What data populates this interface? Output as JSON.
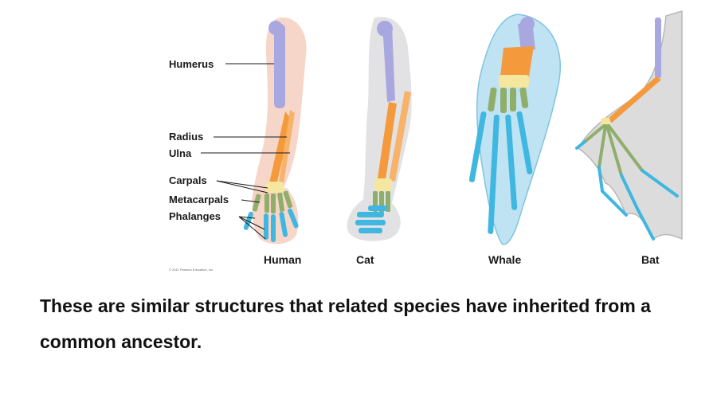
{
  "labels": {
    "humerus": "Humerus",
    "radius": "Radius",
    "ulna": "Ulna",
    "carpals": "Carpals",
    "metacarpals": "Metacarpals",
    "phalanges": "Phalanges"
  },
  "species": {
    "human": "Human",
    "cat": "Cat",
    "whale": "Whale",
    "bat": "Bat"
  },
  "credit": "© 2011 Pearson Education, Inc.",
  "caption": "These are similar structures that related species have inherited from a common ancestor.",
  "colors": {
    "humerus": "#a9a7e0",
    "radius_ulna": "#f49a3c",
    "carpals": "#f5e6a0",
    "metacarpals": "#8fae6a",
    "phalanges": "#3fb7e0",
    "whale_body": "#bfe3f2",
    "bat_membrane": "#dcdcdc",
    "human_skin": "#f4cfc0",
    "cat_fur": "#e2e2e4"
  }
}
